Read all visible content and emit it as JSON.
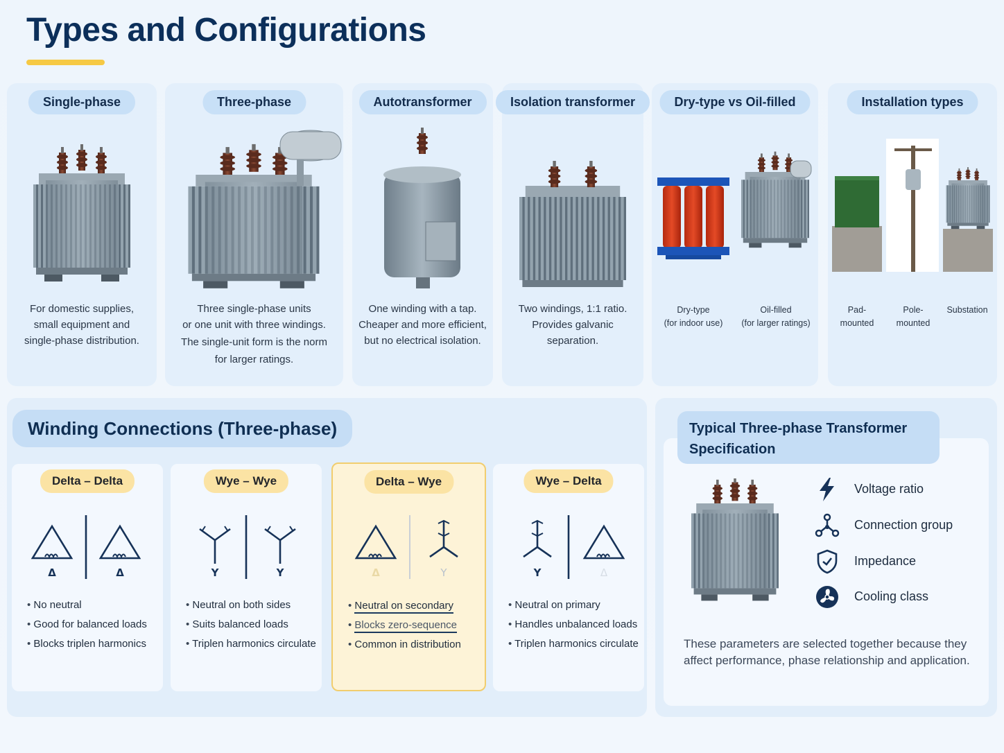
{
  "title": "Types and Configurations",
  "types": [
    {
      "label": "Single-phase",
      "desc": [
        "For domestic supplies,",
        "small equipment and",
        "single-phase distribution."
      ]
    },
    {
      "label": "Three-phase",
      "desc": [
        "Three single-phase units",
        "or one unit with three windings.",
        "The single-unit form is the norm",
        "for larger ratings."
      ]
    },
    {
      "label": "Autotransformer",
      "desc": [
        "One winding with a tap.",
        "Cheaper and more efficient,",
        "but no electrical isolation."
      ]
    },
    {
      "label": "Isolation transformer",
      "desc": [
        "Two windings, 1:1 ratio.",
        "Provides galvanic",
        "separation."
      ]
    },
    {
      "label": "Dry-type vs Oil-filled",
      "sub": [
        {
          "name": "Dry-type",
          "note": "(for indoor use)"
        },
        {
          "name": "Oil-filled",
          "note": "(for larger ratings)"
        }
      ]
    },
    {
      "label": "Installation types",
      "sub": [
        {
          "name": "Pad-mounted"
        },
        {
          "name": "Pole-mounted"
        },
        {
          "name": "Substation"
        }
      ]
    }
  ],
  "winding": {
    "title": "Winding Connections (Three-phase)",
    "cards": [
      {
        "label": "Delta – Delta",
        "left_sym": "Δ",
        "right_sym": "Δ",
        "bullets": [
          "No neutral",
          "Good for balanced loads",
          "Blocks triplen harmonics"
        ]
      },
      {
        "label": "Wye – Wye",
        "left_sym": "Y",
        "right_sym": "Y",
        "bullets": [
          "Neutral on both sides",
          "Suits balanced loads",
          "Triplen harmonics circulate"
        ]
      },
      {
        "label": "Delta – Wye",
        "left_sym": "Δ",
        "right_sym": "Y",
        "highlighted": true,
        "bullets": [
          "Neutral on secondary",
          "Blocks zero-sequence",
          "Common in distribution"
        ]
      },
      {
        "label": "Wye – Delta",
        "left_sym": "Y",
        "right_sym": "Δ",
        "bullets": [
          "Neutral on primary",
          "Handles unbalanced loads",
          "Triplen harmonics circulate"
        ]
      }
    ]
  },
  "spec": {
    "title_line1": "Typical Three-phase Transformer",
    "title_line2": "Specification",
    "items": [
      {
        "label": "Voltage ratio",
        "icon": "lightning-icon"
      },
      {
        "label": "Connection group",
        "icon": "network-icon"
      },
      {
        "label": "Impedance",
        "icon": "shield-icon"
      },
      {
        "label": "Cooling class",
        "icon": "fan-icon"
      }
    ],
    "note": "These parameters are selected together because they affect performance, phase relationship and application."
  },
  "colors": {
    "accent": "#f6c944",
    "title": "#0c2f5a",
    "card": "#e3effb",
    "pill": "#c8e0f7",
    "highlight": "#fdf3d7"
  }
}
